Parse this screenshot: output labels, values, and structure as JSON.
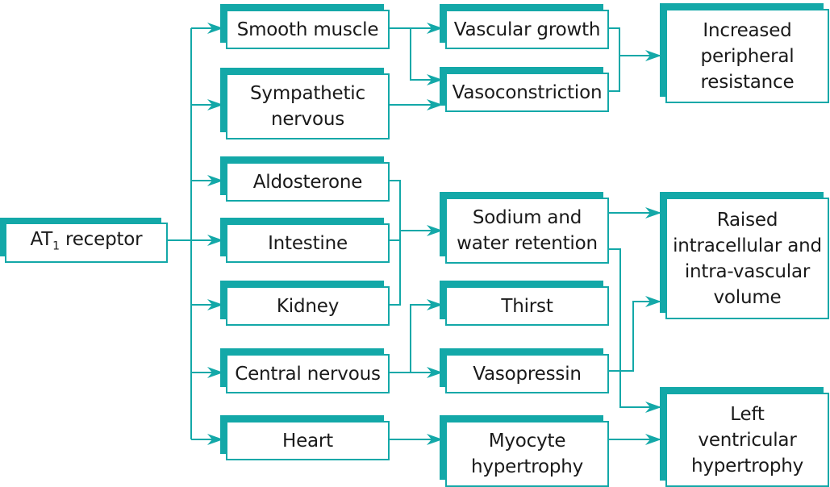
{
  "diagram": {
    "title": "AT1 receptor effects",
    "accent_color": "#13a8a8",
    "nodes": {
      "at1": {
        "label_main": "AT",
        "label_sub": "1",
        "label_rest": " receptor"
      },
      "smooth_muscle": {
        "label": "Smooth muscle"
      },
      "sympathetic": {
        "label": "Sympathetic\nnervous"
      },
      "aldosterone": {
        "label": "Aldosterone"
      },
      "intestine": {
        "label": "Intestine"
      },
      "kidney": {
        "label": "Kidney"
      },
      "central_nervous": {
        "label": "Central nervous"
      },
      "heart": {
        "label": "Heart"
      },
      "vascular_growth": {
        "label": "Vascular growth"
      },
      "vasoconstriction": {
        "label": "Vasoconstriction"
      },
      "sodium_water": {
        "label": "Sodium and\nwater retention"
      },
      "thirst": {
        "label": "Thirst"
      },
      "vasopressin": {
        "label": "Vasopressin"
      },
      "myocyte": {
        "label": "Myocyte\nhypertrophy"
      },
      "peripheral_resistance": {
        "label": "Increased\nperipheral\nresistance"
      },
      "volume": {
        "label": "Raised\nintracellular and\nintra-vascular\nvolume"
      },
      "lvh": {
        "label": "Left\nventricular\nhypertrophy"
      }
    },
    "edges": [
      {
        "from": "AT1 receptor",
        "to": "Smooth muscle"
      },
      {
        "from": "AT1 receptor",
        "to": "Sympathetic nervous"
      },
      {
        "from": "AT1 receptor",
        "to": "Aldosterone"
      },
      {
        "from": "AT1 receptor",
        "to": "Intestine"
      },
      {
        "from": "AT1 receptor",
        "to": "Kidney"
      },
      {
        "from": "AT1 receptor",
        "to": "Central nervous"
      },
      {
        "from": "AT1 receptor",
        "to": "Heart"
      },
      {
        "from": "Smooth muscle",
        "to": "Vascular growth"
      },
      {
        "from": "Smooth muscle",
        "to": "Vasoconstriction"
      },
      {
        "from": "Sympathetic nervous",
        "to": "Vasoconstriction"
      },
      {
        "from": "Aldosterone",
        "to": "Sodium and water retention"
      },
      {
        "from": "Intestine",
        "to": "Sodium and water retention"
      },
      {
        "from": "Kidney",
        "to": "Sodium and water retention"
      },
      {
        "from": "Central nervous",
        "to": "Thirst"
      },
      {
        "from": "Central nervous",
        "to": "Vasopressin"
      },
      {
        "from": "Heart",
        "to": "Myocyte hypertrophy"
      },
      {
        "from": "Vascular growth",
        "to": "Increased peripheral resistance"
      },
      {
        "from": "Vasoconstriction",
        "to": "Increased peripheral resistance"
      },
      {
        "from": "Sodium and water retention",
        "to": "Raised intracellular and intra-vascular volume"
      },
      {
        "from": "Sodium and water retention",
        "to": "Left ventricular hypertrophy"
      },
      {
        "from": "Vasopressin",
        "to": "Raised intracellular and intra-vascular volume"
      },
      {
        "from": "Myocyte hypertrophy",
        "to": "Left ventricular hypertrophy"
      }
    ]
  }
}
